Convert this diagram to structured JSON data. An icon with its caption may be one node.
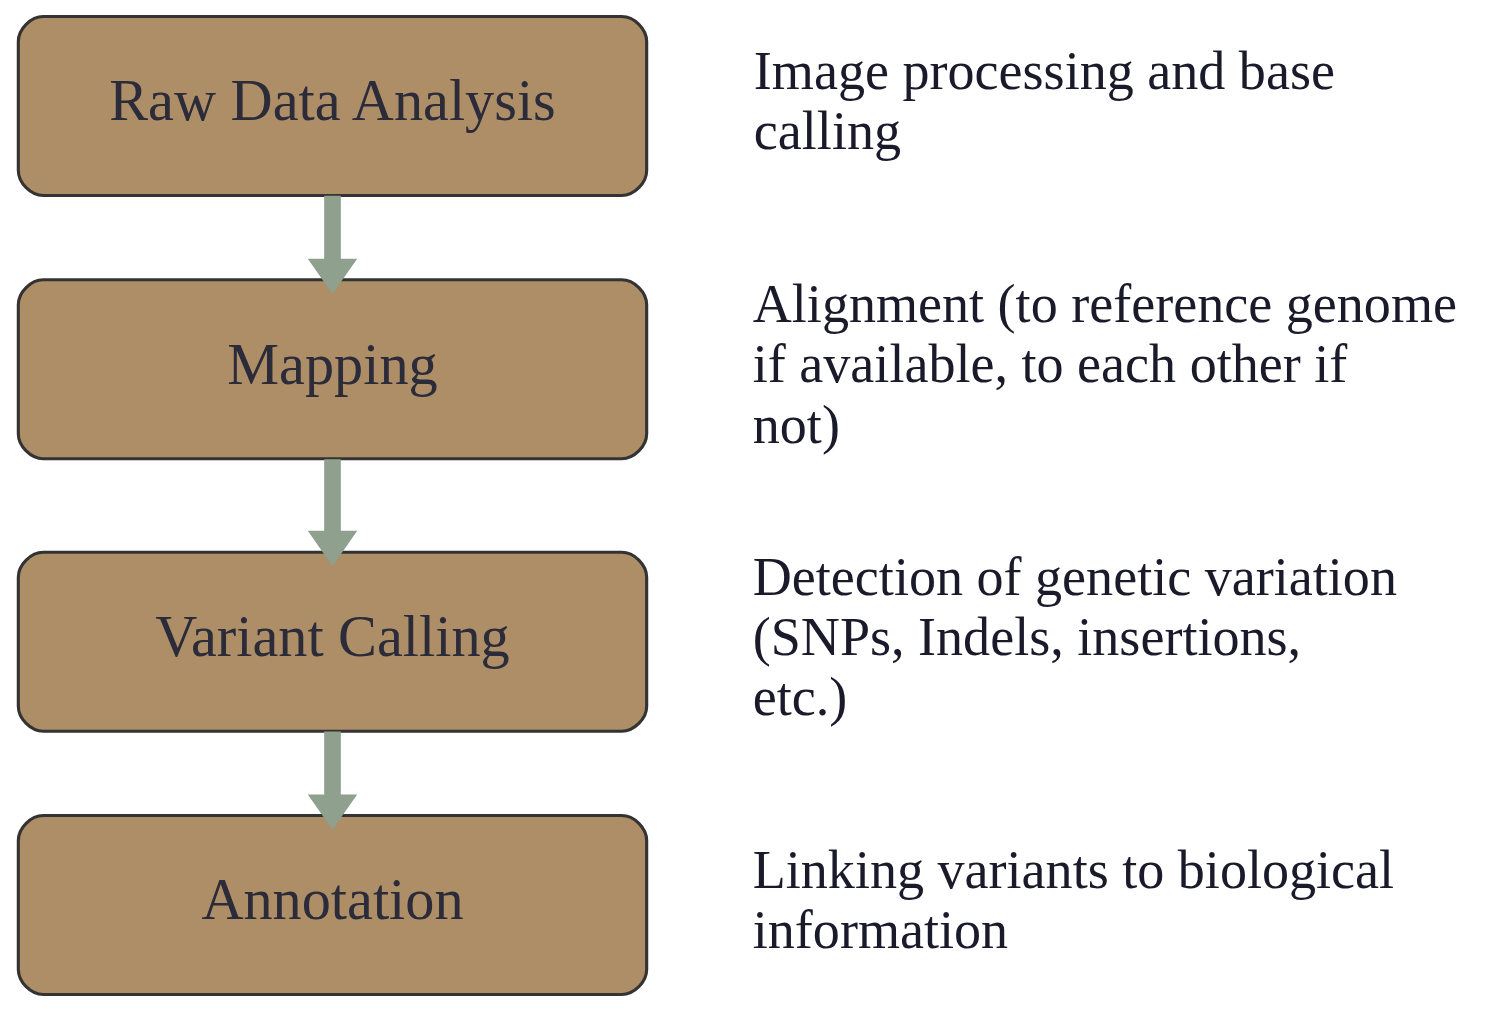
{
  "diagram": {
    "nodes": [
      {
        "text": [
          "Raw Data Analysis"
        ],
        "beside": [
          "Image processing and base calling"
        ]
      },
      {
        "text": [
          "Mapping"
        ],
        "beside": [
          "Alignment (to reference genome if available, to each other if not)"
        ]
      },
      {
        "text": [
          "Variant Calling"
        ],
        "beside": [
          "Detection of genetic variation (SNPs, Indels, insertions, etc.)"
        ]
      },
      {
        "text": [
          "Annotation"
        ],
        "beside": [
          "Linking variants to biological information"
        ]
      }
    ],
    "edges": [
      {
        "from": 0,
        "to": 1,
        "arrow": "to"
      },
      {
        "from": 1,
        "to": 2,
        "arrow": "to"
      },
      {
        "from": 2,
        "to": 3,
        "arrow": "to"
      }
    ]
  }
}
